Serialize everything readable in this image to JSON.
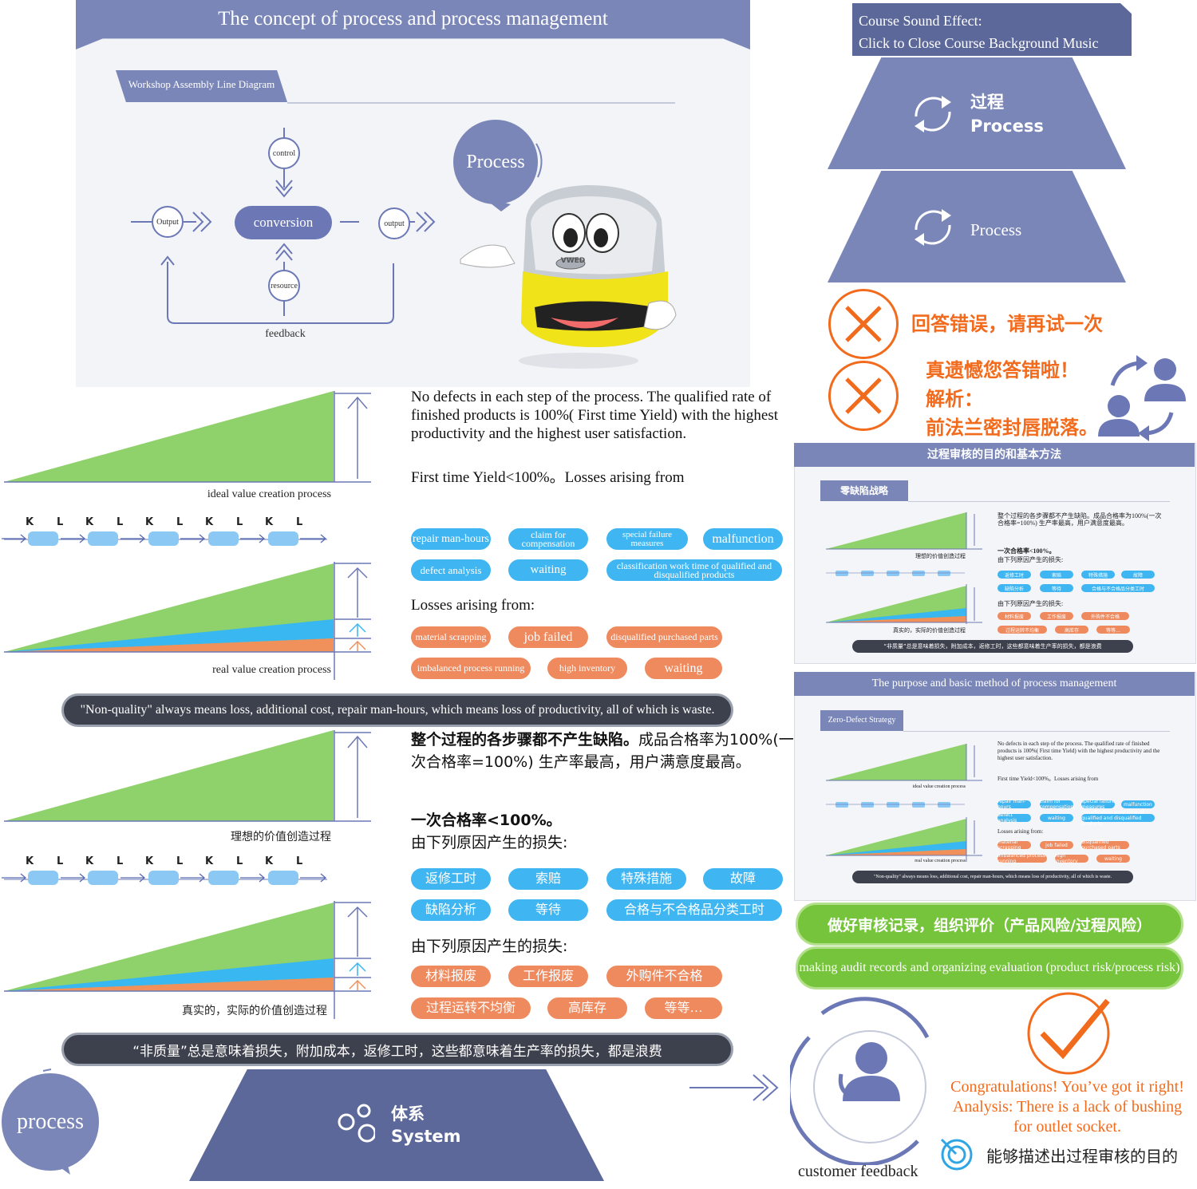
{
  "top_panel": {
    "title": "The concept of process and process management",
    "tab_label": "Workshop Assembly Line Diagram",
    "nodes": {
      "control": "control",
      "input": "Output",
      "conversion": "conversion",
      "output": "output",
      "resource": "resource",
      "feedback": "feedback"
    },
    "bubble_text": "Process",
    "bus_logo": "VWED"
  },
  "sound": {
    "line1": "Course Sound Effect:",
    "line2": "Click to Close Course Background Music"
  },
  "nav": {
    "process_cn": "过程",
    "process_en": "Process",
    "process_en2": "Process",
    "system_cn": "体系",
    "system_en": "System"
  },
  "feedback_wrong": {
    "msg1": "回答错误，请再试一次",
    "msg2_l1": "真遗憾您答错啦！",
    "msg2_l2": "解析：",
    "msg2_l3": "前法兰密封唇脱落。"
  },
  "english_section": {
    "ideal_label": "ideal value creation process",
    "real_label": "real value creation process",
    "para1": "No defects in each step of the process. The qualified rate of finished products is 100%( First time Yield) with the highest productivity and the highest user satisfaction.",
    "para2": "First time Yield<100%。Losses arising from",
    "losses2": "Losses arising from:",
    "blue_pills": [
      "repair man-hours",
      "claim for compensation",
      "special failure measures",
      "malfunction",
      "defect analysis",
      "waiting",
      "classification work time of qualified and disqualified products"
    ],
    "orange_pills": [
      "material scrapping",
      "job failed",
      "disqualified purchased parts",
      "imbalanced process running",
      "high inventory",
      "waiting"
    ],
    "banner": "\"Non-quality\" always means loss, additional cost, repair man-hours, which means loss of productivity, all of which is waste."
  },
  "chinese_section": {
    "ideal_label": "理想的价值创造过程",
    "real_label": "真实的，实际的价值创造过程",
    "para1_bold": "整个过程的各步骤都不产生缺陷。",
    "para1_rest": "成品合格率为100%(一次合格率=100%) 生产率最高，用户满意度最高。",
    "para2_bold": "一次合格率<100%。",
    "para2_rest": "由下列原因产生的损失:",
    "losses2": "由下列原因产生的损失:",
    "blue_pills": [
      "返修工时",
      "索赔",
      "特殊措施",
      "故障",
      "缺陷分析",
      "等待",
      "合格与不合格品分类工时"
    ],
    "orange_pills": [
      "材料报废",
      "工作报废",
      "外购件不合格",
      "过程运转不均衡",
      "高库存",
      "等等…"
    ],
    "banner": "“非质量”总是意味着损失，附加成本，返修工时，这些都意味着生产率的损失，都是浪费"
  },
  "kl_letters": [
    "K",
    "L",
    "K",
    "L",
    "K",
    "L",
    "K",
    "L",
    "K",
    "L"
  ],
  "thumb_cn": {
    "header": "过程审核的目的和基本方法",
    "tab": "零缺陷战略",
    "para1": "整个过程的各步骤都不产生缺陷。成品合格率为100%(一次合格率=100%) 生产率最高，用户满意度最高。",
    "para2": "一次合格率<100%。",
    "para3": "由下列原因产生的损失:",
    "para4": "由下列原因产生的损失:",
    "ideal_label": "理想的价值创造过程",
    "real_label": "真实的，实际的价值创造过程",
    "banner": "“非质量”总是意味着损失，附加成本，返修工时，这些都意味着生产率的损失，都是浪费"
  },
  "thumb_en": {
    "header": "The purpose and basic method of process management",
    "tab": "Zero-Defect Strategy",
    "para1": "No defects in each step of the process. The qualified rate of finished products is 100%( First time Yield) with the highest productivity and the highest user satisfaction.",
    "para2": "First time Yield<100%。Losses arising from",
    "para3": "Losses arising from:",
    "ideal_label": "ideal value creation process",
    "real_label": "real value creation process",
    "banner": "\"Non-quality\" always means loss, additional cost, repair man-hours, which means loss of productivity, all of which is waste."
  },
  "green_bars": {
    "cn": "做好审核记录，组织评价（产品风险/过程风险）",
    "en": "making audit records and organizing evaluation (product risk/process risk)"
  },
  "customer": {
    "label": "customer feedback"
  },
  "feedback_right": {
    "line1": "Congratulations! You’ve got it right!",
    "line2": "Analysis: There is a lack of bushing",
    "line3": "for outlet socket.",
    "objective": "能够描述出过程审核的目的"
  },
  "process_bubble": "process",
  "colors": {
    "primary": "#7a86b8",
    "dark_primary": "#5c6899",
    "green": "#76c43b",
    "blue_pill": "#3fb6f2",
    "orange_pill": "#ee8a5e",
    "orange_accent": "#f26b1d"
  }
}
